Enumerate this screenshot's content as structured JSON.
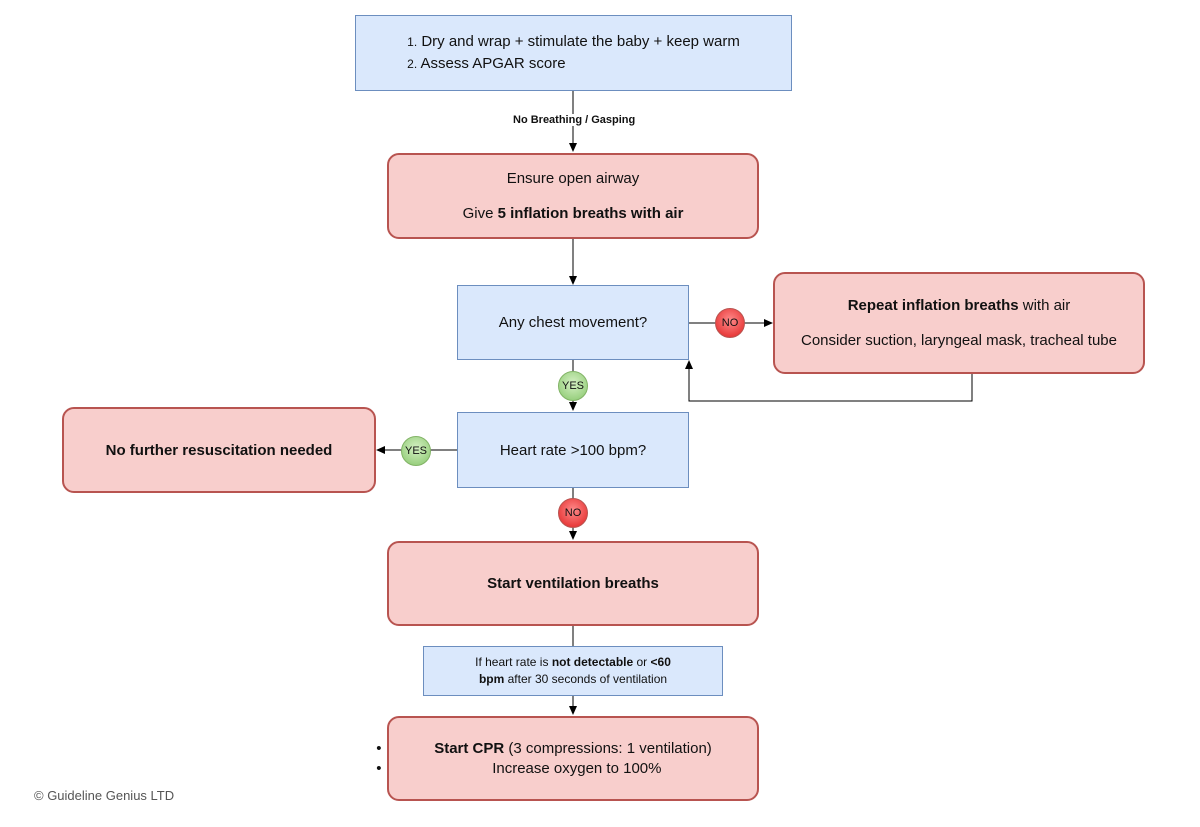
{
  "start": {
    "items": [
      {
        "num": "1.",
        "text": "Dry and wrap + stimulate the baby + keep warm"
      },
      {
        "num": "2.",
        "text": "Assess APGAR score"
      }
    ]
  },
  "edge_label": "No Breathing / Gasping",
  "airway": {
    "line1": "Ensure open airway",
    "line2_pre": "Give ",
    "line2_bold": "5 inflation breaths with air"
  },
  "chest_question": "Any chest movement?",
  "repeat": {
    "line1_bold": "Repeat inflation breaths",
    "line1_rest": " with air",
    "line2": "Consider suction, laryngeal mask, tracheal tube"
  },
  "heart_question": "Heart rate >100 bpm?",
  "no_further": "No further resuscitation needed",
  "ventilation": "Start ventilation breaths",
  "note": {
    "p1": "If heart rate is ",
    "b1": "not detectable",
    "p2": " or ",
    "b2": "<60 bpm",
    "p3": " after 30 seconds of ventilation"
  },
  "cpr": {
    "bullet1_bold": "Start CPR",
    "bullet1_rest": " (3 compressions: 1 ventilation)",
    "bullet2": "Increase oxygen to 100%"
  },
  "badges": {
    "no": "NO",
    "yes": "YES"
  },
  "footer": "© Guideline Genius LTD",
  "colors": {
    "blue_fill": "#dae8fc",
    "blue_stroke": "#6c8ebf",
    "red_fill": "#f8cecc",
    "red_stroke": "#b85450",
    "no_badge": "#e01f1f",
    "yes_badge": "#86c66a"
  }
}
